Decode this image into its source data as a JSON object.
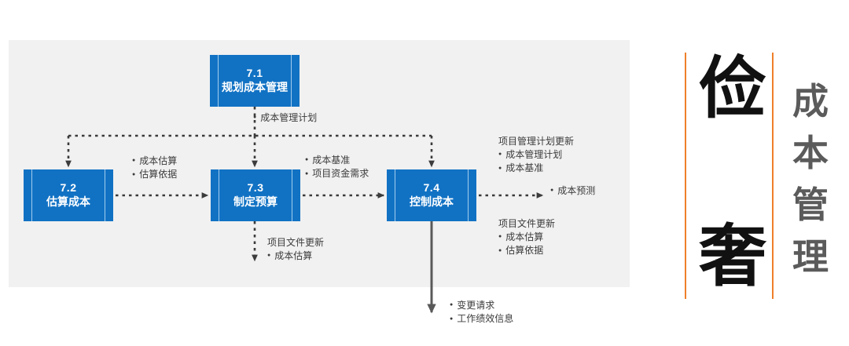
{
  "diagram": {
    "title_hidden": "",
    "boxes": [
      {
        "id": "7.1",
        "number": "7.1",
        "name": "规划成本管理"
      },
      {
        "id": "7.2",
        "number": "7.2",
        "name": "估算成本"
      },
      {
        "id": "7.3",
        "number": "7.3",
        "name": "制定预算"
      },
      {
        "id": "7.4",
        "number": "7.4",
        "name": "控制成本"
      }
    ],
    "notes": {
      "cost_mgmt_plan": {
        "items": [
          "成本管理计划"
        ]
      },
      "estimates": {
        "items": [
          "成本估算",
          "估算依据"
        ]
      },
      "baseline": {
        "items": [
          "成本基准",
          "项目资金需求"
        ]
      },
      "pm_plan_updates": {
        "header": "项目管理计划更新",
        "items": [
          "成本管理计划",
          "成本基准"
        ]
      },
      "forecast": {
        "items": [
          "成本预测"
        ]
      },
      "project_docs_updates_73": {
        "header": "项目文件更新",
        "items": [
          "成本估算"
        ]
      },
      "project_docs_updates_74": {
        "header": "项目文件更新",
        "items": [
          "成本估算",
          "估算依据"
        ]
      },
      "outputs_bottom": {
        "items": [
          "变更请求",
          "工作绩效信息"
        ]
      }
    }
  },
  "sidebar": {
    "calligraphy": [
      "俭",
      "奢"
    ],
    "vertical_label": "成本管理",
    "vertical_label_chars": [
      "成",
      "本",
      "管",
      "理"
    ]
  },
  "colors": {
    "box_fill": "#1172c4",
    "panel_bg": "#f1f1f1",
    "accent_orange": "#ef7f2a",
    "connector": "#3b3b3b",
    "label_gray": "#5b5b5b"
  }
}
